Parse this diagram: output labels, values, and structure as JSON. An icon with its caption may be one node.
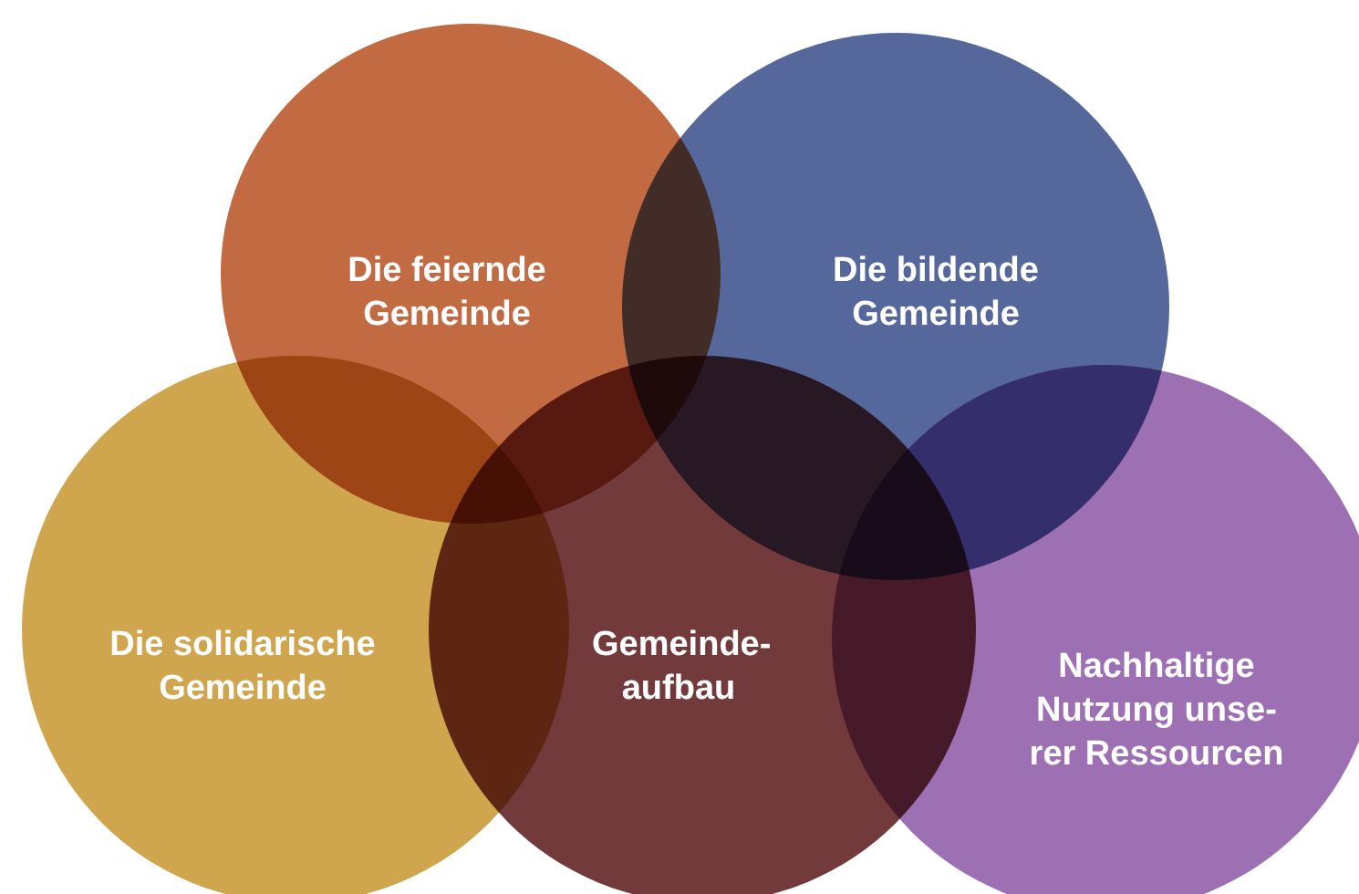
{
  "diagram": {
    "nodes": [
      {
        "text": [
          "Die feiernde Gemeinde"
        ]
      },
      {
        "text": [
          "Die bildende Gemeinde"
        ]
      },
      {
        "text": [
          "Die solidarische Gemeinde"
        ]
      },
      {
        "text": [
          "Gemeinde-aufbau"
        ]
      },
      {
        "text": [
          "Nachhaltige Nutzung unse-rer Ressourcen"
        ]
      }
    ]
  }
}
